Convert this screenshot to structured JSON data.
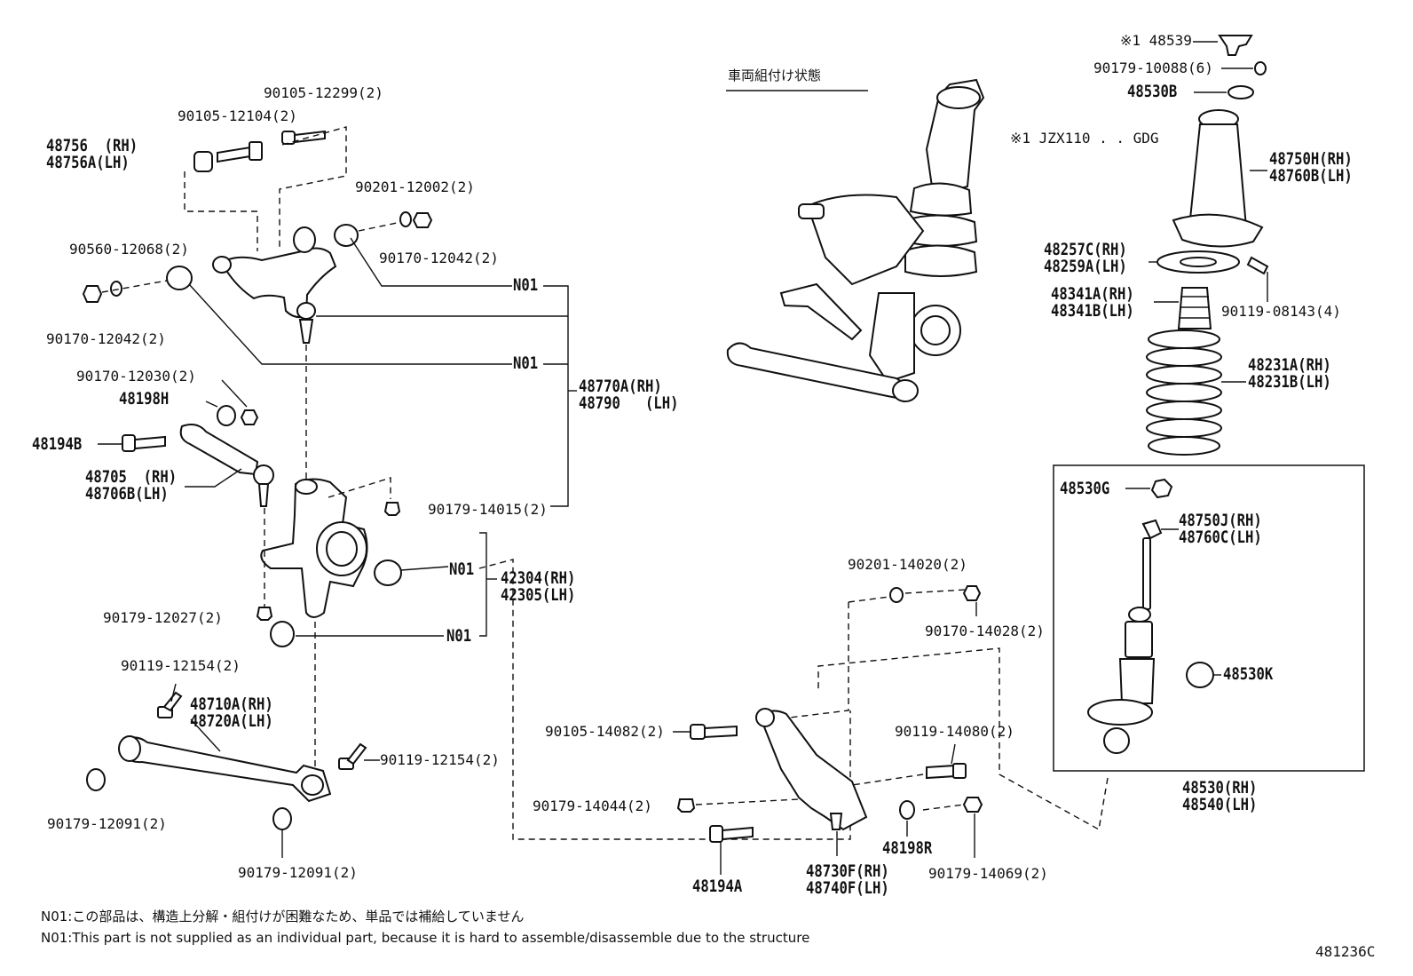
{
  "assembled_view": {
    "title": "車両組付け状態",
    "applicability": "※1 JZX110 . . GDG"
  },
  "notes": [
    "N01:この部品は、構造上分解・組付けが困難なため、単品では補給していません",
    "N01:This part is not supplied as an individual part, because it is hard to assemble/disassemble due to the structure"
  ],
  "illustration_code": "481236C",
  "ref_mark": "N01",
  "labels": {
    "p90105_12299": "90105-12299(2)",
    "p90105_12104": "90105-12104(2)",
    "p48756": "48756  (RH)\n48756A(LH)",
    "p90201_12002": "90201-12002(2)",
    "p90560_12068": "90560-12068(2)",
    "p90170_12042a": "90170-12042(2)",
    "p90170_12042b": "90170-12042(2)",
    "p48770A": "48770A(RH)\n48790   (LH)",
    "p90170_12030": "90170-12030(2)",
    "p48198H": "48198H",
    "p48194B": "48194B",
    "p48705": "48705  (RH)\n48706B(LH)",
    "p90179_14015": "90179-14015(2)",
    "p42304": "42304(RH)\n42305(LH)",
    "p90179_12027": "90179-12027(2)",
    "p90119_12154a": "90119-12154(2)",
    "p48710A": "48710A(RH)\n48720A(LH)",
    "p90119_12154b": "90119-12154(2)",
    "p90179_12091a": "90179-12091(2)",
    "p90179_12091b": "90179-12091(2)",
    "p48539": "※1 48539",
    "p90179_10088": "90179-10088(6)",
    "p48530B": "48530B",
    "p48750H": "48750H(RH)\n48760B(LH)",
    "p48257C": "48257C(RH)\n48259A(LH)",
    "p48341A": "48341A(RH)\n48341B(LH)",
    "p90119_08143": "90119-08143(4)",
    "p48231A": "48231A(RH)\n48231B(LH)",
    "p48530G": "48530G",
    "p48750J": "48750J(RH)\n48760C(LH)",
    "p48530K": "48530K",
    "p48530": "48530(RH)\n48540(LH)",
    "p90201_14020": "90201-14020(2)",
    "p90170_14028": "90170-14028(2)",
    "p90105_14082": "90105-14082(2)",
    "p90119_14080": "90119-14080(2)",
    "p90179_14044": "90179-14044(2)",
    "p48194A": "48194A",
    "p48198R": "48198R",
    "p48730F": "48730F(RH)\n48740F(LH)",
    "p90179_14069": "90179-14069(2)"
  }
}
